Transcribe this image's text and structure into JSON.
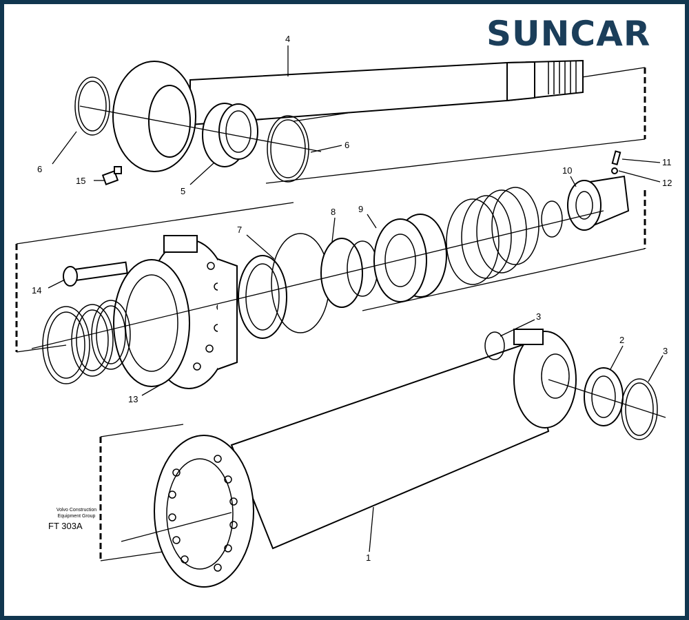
{
  "brand": {
    "name": "SUNCAR",
    "text_color": "#1b3e5a",
    "accent_color": "#2f9ccf",
    "frame_color": "#10364f"
  },
  "source": {
    "line1": "Volvo Construction",
    "line2": "Equipment Group",
    "code": "FT 303A"
  },
  "callouts": {
    "c1": "1",
    "c2": "2",
    "c3a": "3",
    "c3b": "3",
    "c4": "4",
    "c5": "5",
    "c6a": "6",
    "c6b": "6",
    "c7": "7",
    "c8": "8",
    "c9": "9",
    "c10": "10",
    "c11": "11",
    "c12": "12",
    "c13": "13",
    "c14": "14",
    "c15": "15"
  }
}
